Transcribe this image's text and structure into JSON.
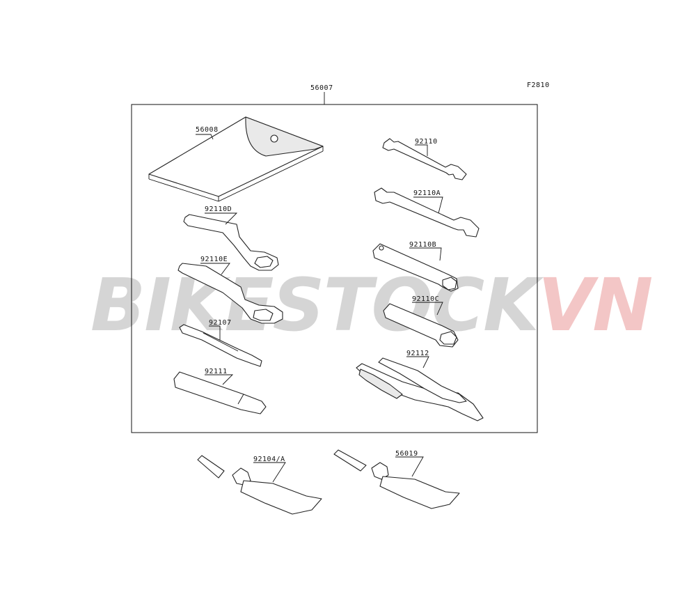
{
  "figure_code": "F2810",
  "watermark": {
    "text_main": "BIKESTOCK",
    "text_accent": "VN",
    "main_color": "#c8c8c8",
    "accent_color": "#f0b3b3"
  },
  "kit_label": "56007",
  "parts": [
    {
      "number": "56008",
      "name": "tool-bag"
    },
    {
      "number": "92110",
      "name": "open-end-wrench-small"
    },
    {
      "number": "92110A",
      "name": "open-end-wrench-large"
    },
    {
      "number": "92110D",
      "name": "ring-wrench"
    },
    {
      "number": "92110B",
      "name": "spark-plug-box-wrench"
    },
    {
      "number": "92110E",
      "name": "ring-wrench-long"
    },
    {
      "number": "92110C",
      "name": "box-wrench"
    },
    {
      "number": "92107",
      "name": "screwdriver"
    },
    {
      "number": "92112",
      "name": "pliers"
    },
    {
      "number": "92111",
      "name": "screwdriver-handle"
    },
    {
      "number": "92104/A",
      "name": "grease-tube"
    },
    {
      "number": "56019",
      "name": "grease-tube-2"
    }
  ]
}
